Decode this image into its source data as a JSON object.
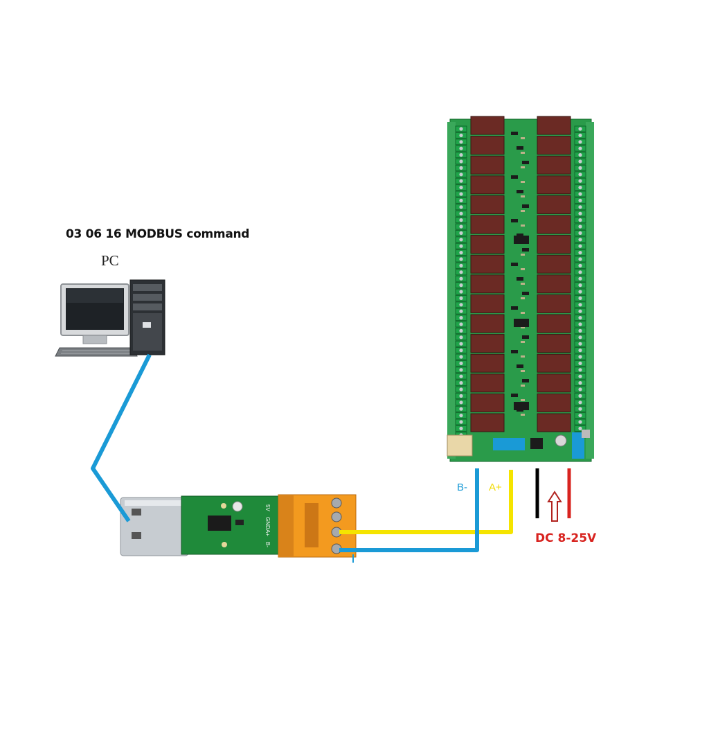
{
  "labels": {
    "command": "03 06 16 MODBUS command",
    "pc": "PC",
    "wire_b": "B-",
    "wire_a": "A+",
    "power": "DC 8-25V"
  },
  "adapter_silkscreen": {
    "label_1": "5V",
    "label_2": "GND",
    "label_3": "A+",
    "label_4": "B-"
  },
  "colors": {
    "wire_b": "#1a9ad6",
    "wire_a": "#f5e400",
    "power_positive": "#d8231f",
    "power_negative": "#000000",
    "pcb": "#1f8a3a",
    "relay": "#6b2a24",
    "terminal": "#f39a1f"
  },
  "icons": {
    "computer": "desktop-computer-icon",
    "power_arrow": "up-arrow-icon"
  }
}
